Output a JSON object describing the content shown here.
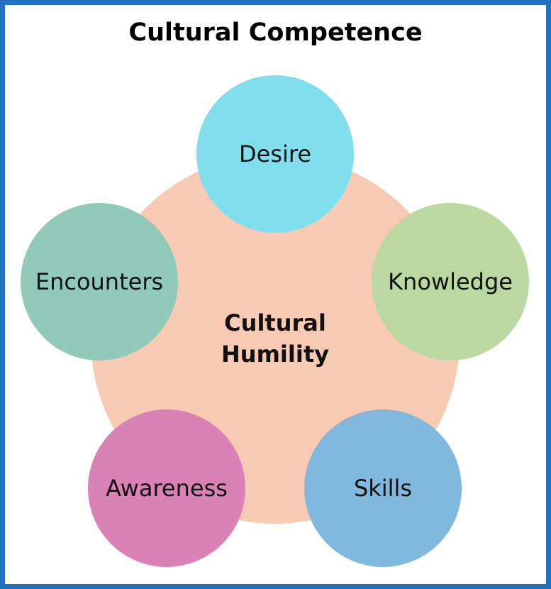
{
  "title": "Cultural Competence",
  "center": {
    "line1": "Cultural",
    "line2": "Humility",
    "color": "#f8cab4"
  },
  "nodes": [
    {
      "label": "Desire",
      "color": "#81deed"
    },
    {
      "label": "Knowledge",
      "color": "#bbd8a0"
    },
    {
      "label": "Skills",
      "color": "#81b8de"
    },
    {
      "label": "Awareness",
      "color": "#da82b6"
    },
    {
      "label": "Encounters",
      "color": "#92cab9"
    }
  ],
  "colors": {
    "border": "#1f73bf"
  }
}
